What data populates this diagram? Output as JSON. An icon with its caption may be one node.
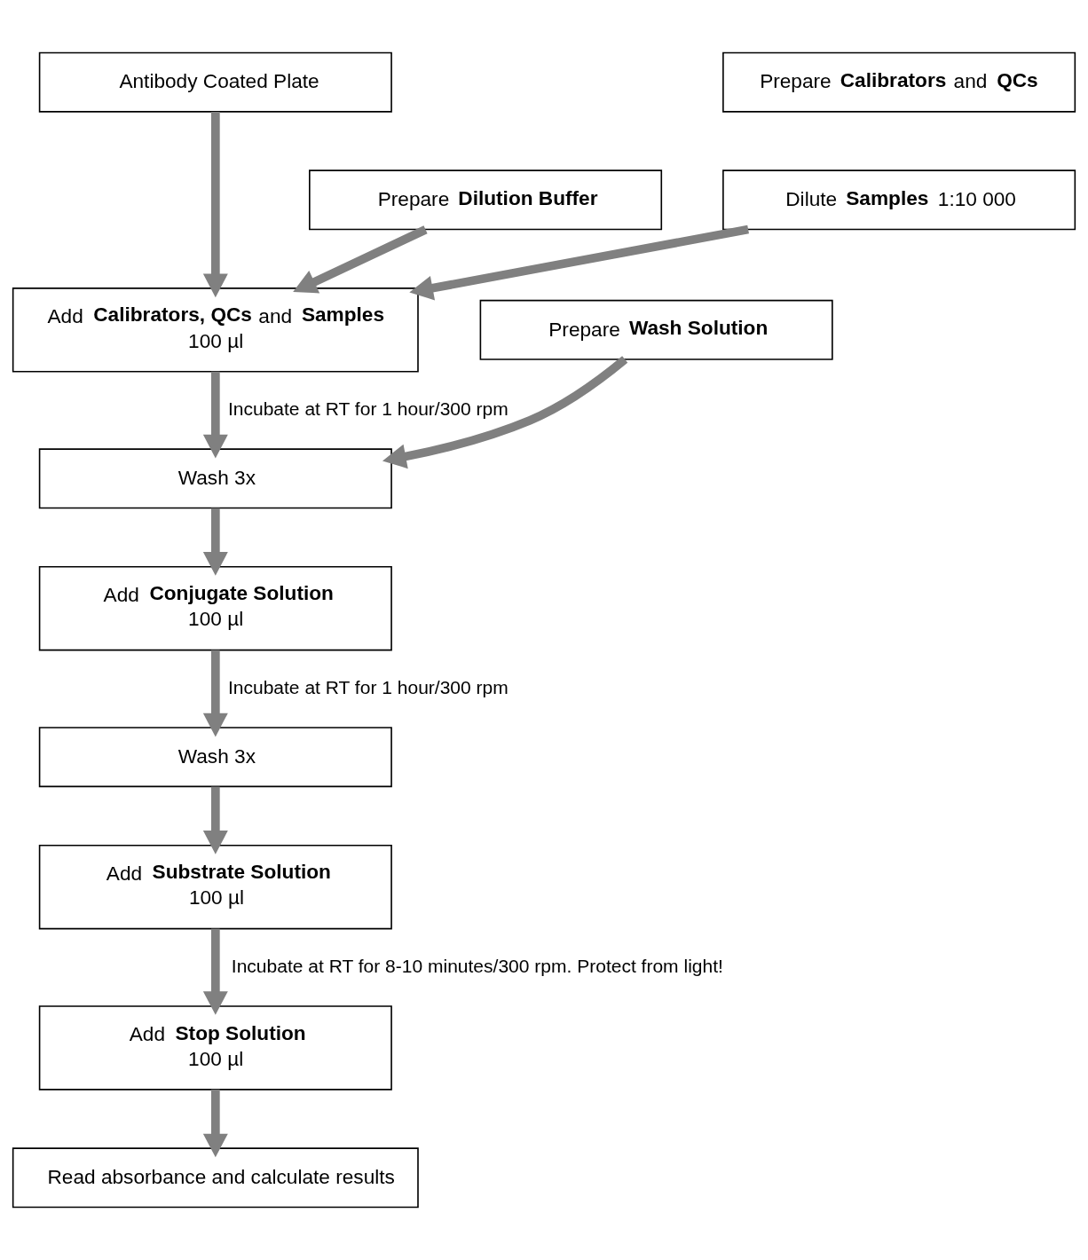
{
  "diagram": {
    "nodes": [
      {
        "text": [
          "Antibody Coated Plate"
        ]
      },
      {
        "text": [
          "Prepare **Calibrators** and **QCs**"
        ]
      },
      {
        "text": [
          "Prepare **Dilution Buffer**"
        ]
      },
      {
        "text": [
          "Dilute **Samples** 1:10 000"
        ]
      },
      {
        "text": [
          "Add **Calibrators, QCs** and **Samples**",
          "100 µl"
        ]
      },
      {
        "text": [
          "Prepare **Wash Solution**"
        ]
      },
      {
        "text": [
          "Wash 3x"
        ]
      },
      {
        "text": [
          "Add **Conjugate Solution**",
          "100 µl"
        ]
      },
      {
        "text": [
          "Wash 3x"
        ]
      },
      {
        "text": [
          "Add **Substrate Solution**",
          "100 µl"
        ]
      },
      {
        "text": [
          "Add **Stop Solution**",
          "100 µl"
        ]
      },
      {
        "text": [
          "Read absorbance and calculate results"
        ]
      }
    ],
    "edges": [
      {
        "from": 0,
        "to": 4,
        "arrow": "to"
      },
      {
        "from": 2,
        "to": 4,
        "arrow": "to"
      },
      {
        "from": 3,
        "to": 4,
        "arrow": "to"
      },
      {
        "from": 4,
        "to": 6,
        "arrow": "to",
        "label": "Incubate at RT for 1 hour/300 rpm"
      },
      {
        "from": 5,
        "to": 6,
        "arrow": "to"
      },
      {
        "from": 6,
        "to": 7,
        "arrow": "to"
      },
      {
        "from": 7,
        "to": 8,
        "arrow": "to",
        "label": "Incubate at RT for 1 hour/300 rpm"
      },
      {
        "from": 8,
        "to": 9,
        "arrow": "to"
      },
      {
        "from": 9,
        "to": 10,
        "arrow": "to",
        "label": "Incubate at RT for 8-10 minutes/300 rpm. Protect from light!"
      },
      {
        "from": 10,
        "to": 11,
        "arrow": "to"
      }
    ]
  }
}
